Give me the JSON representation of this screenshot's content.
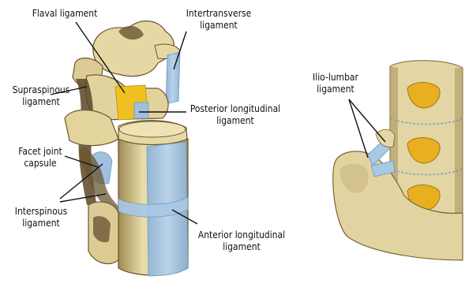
{
  "labels": {
    "flaval": "Flaval ligament",
    "intertransverse_1": "Intertransverse",
    "intertransverse_2": "ligament",
    "supraspinous_1": "Supraspinous",
    "supraspinous_2": "ligament",
    "posterior_long_1": "Posterior longitudinal",
    "posterior_long_2": "ligament",
    "facet_1": "Facet joint",
    "facet_2": "capsule",
    "interspinous_1": "Interspinous",
    "interspinous_2": "ligament",
    "anterior_long_1": "Anterior longitudinal",
    "anterior_long_2": "ligament",
    "iliolumbar_1": "Ilio-lumbar",
    "iliolumbar_2": "ligament"
  },
  "colors": {
    "bone": "#e8dba8",
    "bone_shade": "#b8a36a",
    "bone_dark": "#6b5630",
    "ligament_blue": "#a8c8e4",
    "ligament_blue_dark": "#7fa7cc",
    "flaval_yellow": "#f0c020",
    "disc_orange": "#e8b020",
    "leader": "#111111"
  }
}
